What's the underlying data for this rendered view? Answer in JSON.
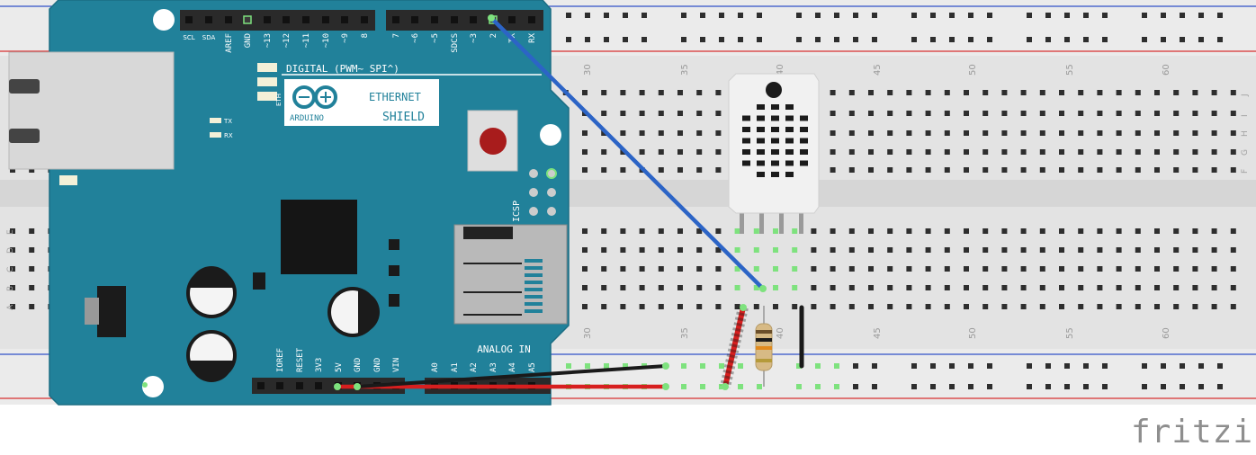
{
  "breadboard": {
    "column_labels": [
      "30",
      "35",
      "40",
      "45",
      "50",
      "55",
      "60"
    ],
    "row_labels_top": [
      "J",
      "I",
      "H",
      "G",
      "F"
    ],
    "row_labels_bottom": [
      "E",
      "D",
      "C",
      "B",
      "A"
    ],
    "colors": {
      "board": "#e3e3e3",
      "rail_red": "#d83030",
      "rail_blue": "#3050c8",
      "hole": "#2e2e2e",
      "hole_active": "#7ee27e"
    }
  },
  "arduino": {
    "board_color": "#21819a",
    "digital_header_labels": [
      "SCL",
      "SDA",
      "AREF",
      "GND",
      "~13",
      "~12",
      "~11",
      "~10",
      "~9",
      "8",
      "7",
      "~6",
      "~5",
      "SDCS",
      "~3",
      "2",
      "TX",
      "RX"
    ],
    "digital_label": "DIGITAL (PWM~ SPI^)",
    "logo_text": "ARDUINO",
    "title_line1": "ETHERNET",
    "title_line2": "SHIELD",
    "eth_label": "ETH",
    "tx_label": "TX",
    "rx_label": "RX",
    "icsp_label": "ICSP",
    "analog_label": "ANALOG IN",
    "power_labels": [
      "IOREF",
      "RESET",
      "3V3",
      "5V",
      "GND",
      "GND",
      "VIN"
    ],
    "analog_labels": [
      "A0",
      "A1",
      "A2",
      "A3",
      "A4",
      "A5"
    ]
  },
  "sensor": {
    "color": "#f1f1f1"
  },
  "wires": {
    "data_color": "#2c64c6",
    "power_color": "#d71f1f",
    "ground_color": "#1a1a1a"
  },
  "brand": {
    "text": "fritzing",
    "color": "#8e8e8e"
  }
}
